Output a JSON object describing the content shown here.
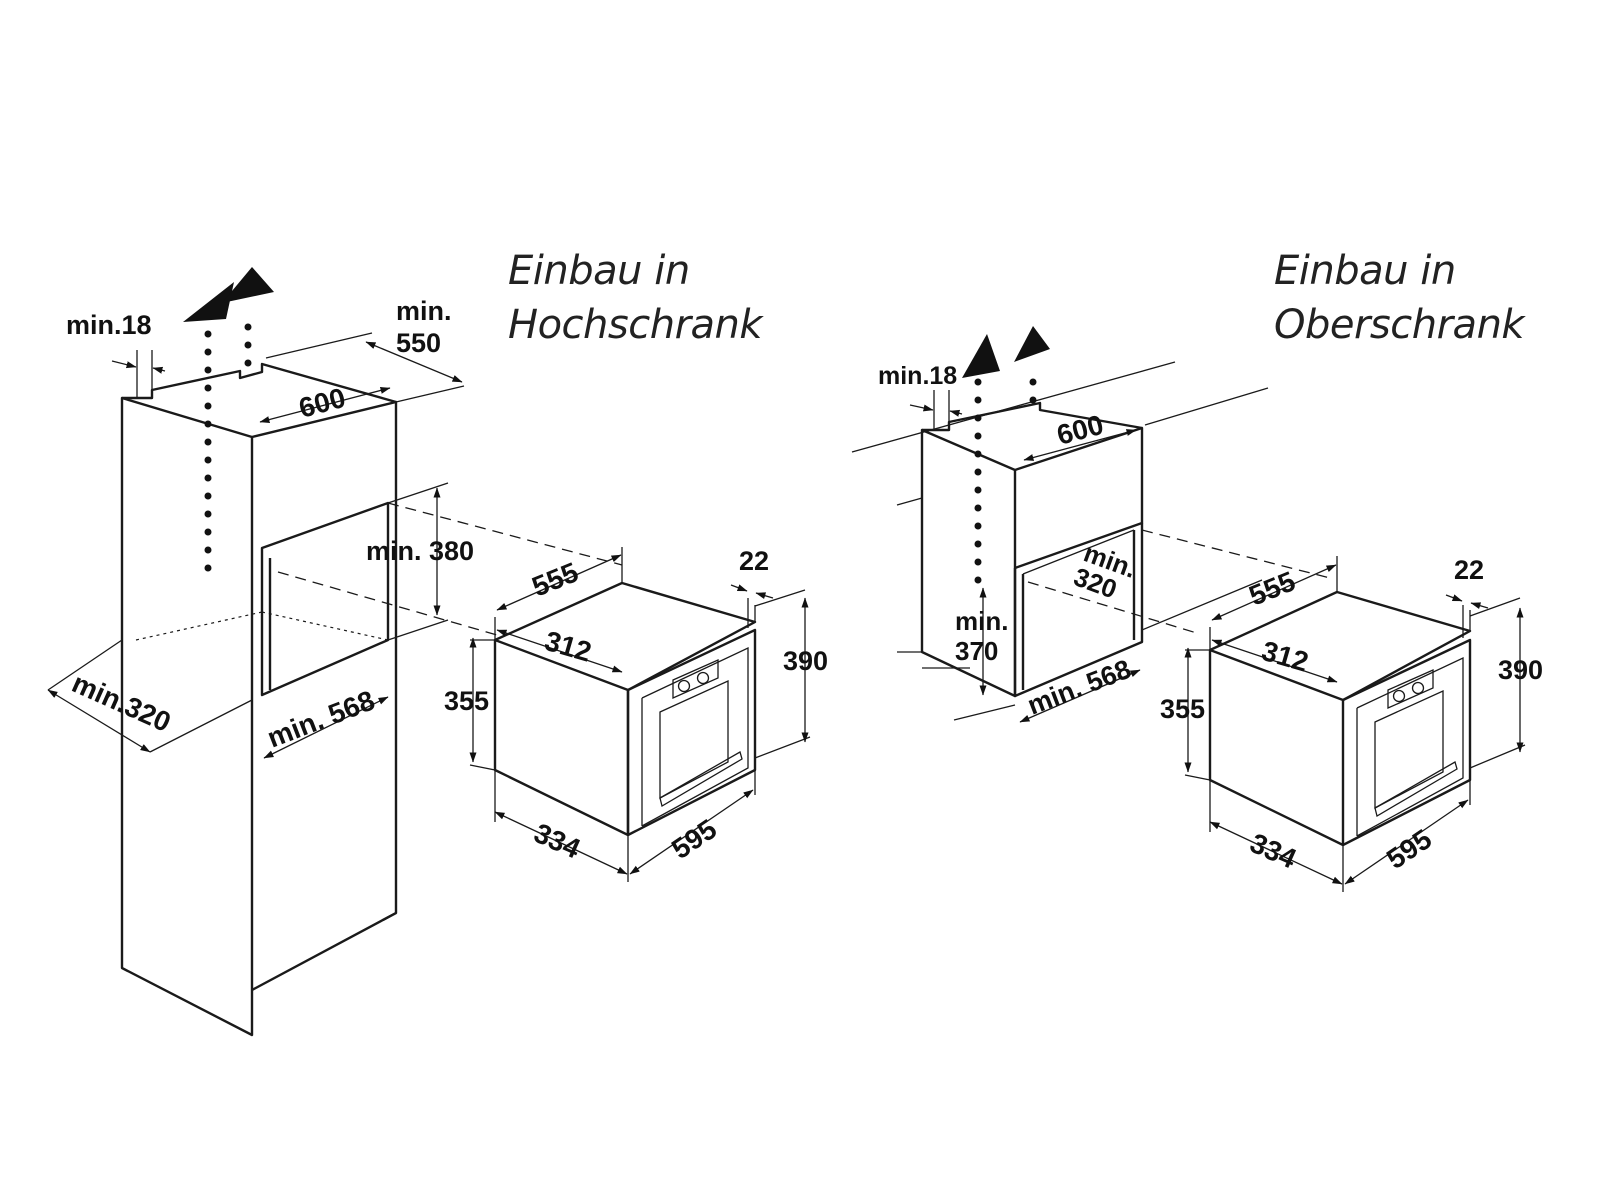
{
  "left": {
    "title_line1": "Einbau in",
    "title_line2": "Hochschrank",
    "labels": {
      "min18": "min.18",
      "min550_a": "min.",
      "min550_b": "550",
      "w600": "600",
      "min380": "min. 380",
      "min320": "min.320",
      "min568": "min. 568",
      "d555": "555",
      "d312": "312",
      "d22": "22",
      "h390": "390",
      "h355": "355",
      "d334": "334",
      "w595": "595"
    }
  },
  "right": {
    "title_line1": "Einbau in",
    "title_line2": "Oberschrank",
    "labels": {
      "min18": "min.18",
      "w600": "600",
      "min320_a": "min.",
      "min320_b": "320",
      "min370_a": "min.",
      "min370_b": "370",
      "min568": "min. 568",
      "d555": "555",
      "d312": "312",
      "d22": "22",
      "h390": "390",
      "h355": "355",
      "d334": "334",
      "w595": "595"
    }
  }
}
